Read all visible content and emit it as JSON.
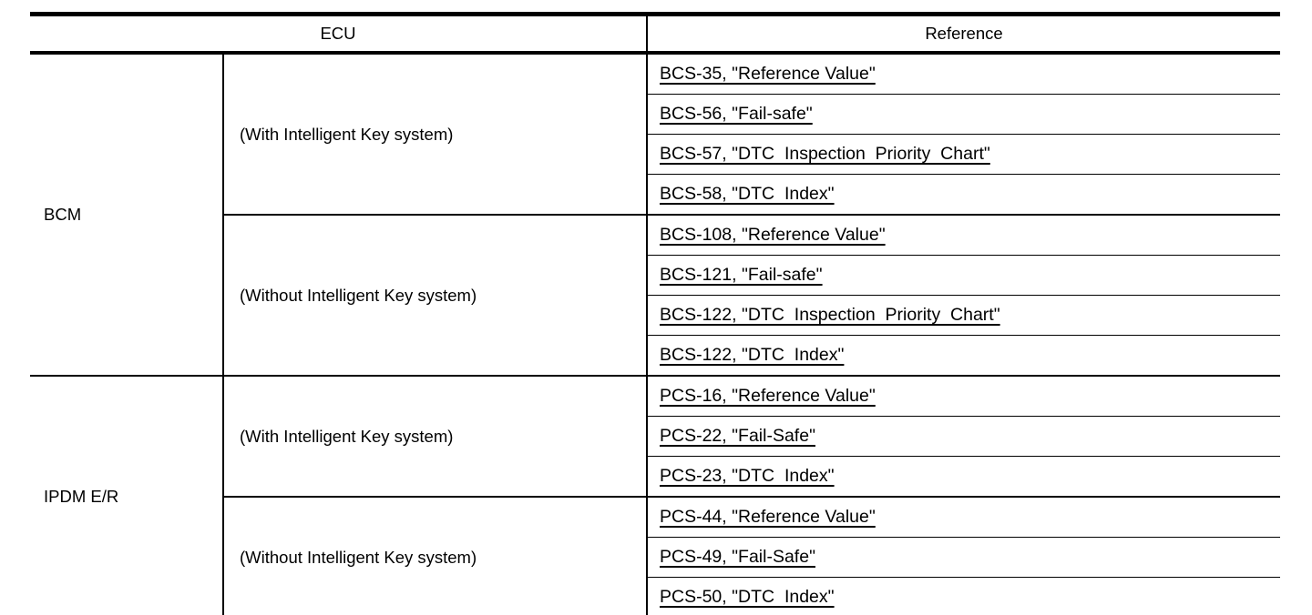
{
  "colors": {
    "background": "#ffffff",
    "text": "#000000",
    "border": "#000000",
    "link": "#000000"
  },
  "header": {
    "ecu_label": "ECU",
    "reference_label": "Reference"
  },
  "sections": [
    {
      "ecu": "BCM",
      "variants": [
        {
          "label": "(With Intelligent Key system)",
          "references": [
            "BCS-35, \"Reference Value\"",
            "BCS-56, \"Fail-safe\"",
            "BCS-57, \"DTC  Inspection  Priority  Chart\"",
            "BCS-58, \"DTC  Index\""
          ]
        },
        {
          "label": "(Without Intelligent Key system)",
          "references": [
            "BCS-108, \"Reference Value\"",
            "BCS-121, \"Fail-safe\"",
            "BCS-122, \"DTC  Inspection  Priority  Chart\"",
            "BCS-122, \"DTC  Index\""
          ]
        }
      ]
    },
    {
      "ecu": "IPDM E/R",
      "variants": [
        {
          "label": "(With Intelligent Key system)",
          "references": [
            "PCS-16, \"Reference Value\"",
            "PCS-22, \"Fail-Safe\"",
            "PCS-23, \"DTC  Index\""
          ]
        },
        {
          "label": "(Without Intelligent Key system)",
          "references": [
            "PCS-44, \"Reference Value\"",
            "PCS-49, \"Fail-Safe\"",
            "PCS-50, \"DTC  Index\""
          ]
        }
      ]
    }
  ]
}
